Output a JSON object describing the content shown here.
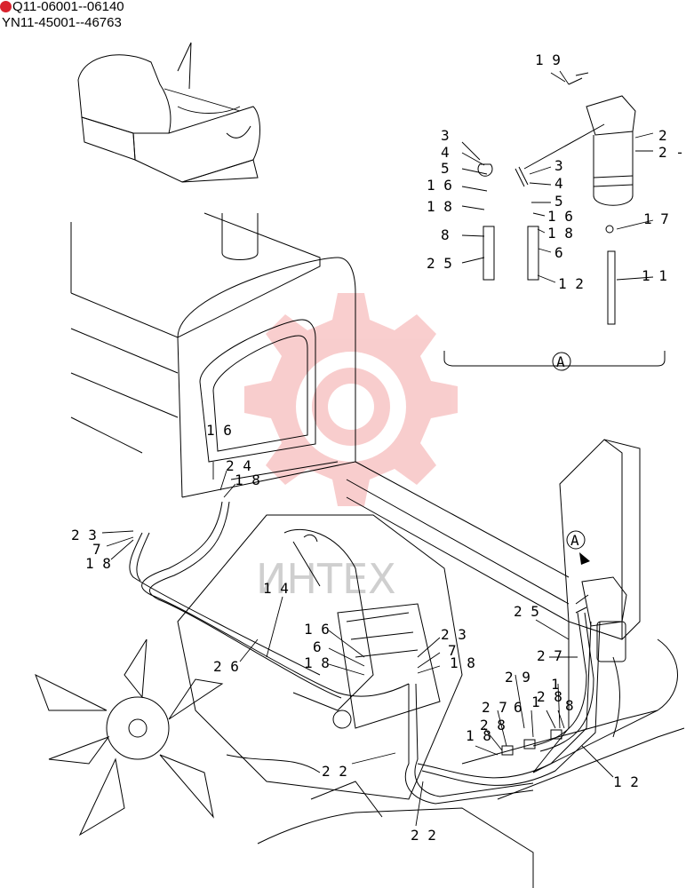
{
  "header": {
    "serial_line_1": "Q11-06001--06140",
    "serial_line_2": "YN11-45001--46763"
  },
  "watermark": {
    "text": "ИНТЕХ",
    "color": "#f4a6a6"
  },
  "brand_badge_color": "#d9232e",
  "detail": {
    "marker": "A"
  },
  "callouts": [
    {
      "id": "c19",
      "text": "1 9"
    },
    {
      "id": "c2a",
      "text": "2"
    },
    {
      "id": "c2b",
      "text": "2 -"
    },
    {
      "id": "c3a",
      "text": "3"
    },
    {
      "id": "c4a",
      "text": "4"
    },
    {
      "id": "c5a",
      "text": "5"
    },
    {
      "id": "c16a",
      "text": "1 6"
    },
    {
      "id": "c18a",
      "text": "1 8"
    },
    {
      "id": "c8a",
      "text": "8"
    },
    {
      "id": "c25a",
      "text": "2 5"
    },
    {
      "id": "c3b",
      "text": "3"
    },
    {
      "id": "c4b",
      "text": "4"
    },
    {
      "id": "c5b",
      "text": "5"
    },
    {
      "id": "c16b",
      "text": "1 6"
    },
    {
      "id": "c18b",
      "text": "1 8"
    },
    {
      "id": "c6a",
      "text": "6"
    },
    {
      "id": "c12a",
      "text": "1 2"
    },
    {
      "id": "c17",
      "text": "1 7"
    },
    {
      "id": "c11",
      "text": "1 1"
    },
    {
      "id": "c16c",
      "text": "1 6"
    },
    {
      "id": "c24",
      "text": "2 4"
    },
    {
      "id": "c18c",
      "text": "1 8"
    },
    {
      "id": "c23a",
      "text": "2 3"
    },
    {
      "id": "c7a",
      "text": "7"
    },
    {
      "id": "c18d",
      "text": "1 8"
    },
    {
      "id": "c14",
      "text": "1 4"
    },
    {
      "id": "c26",
      "text": "2 6"
    },
    {
      "id": "c16d",
      "text": "1 6"
    },
    {
      "id": "c6b",
      "text": "6"
    },
    {
      "id": "c18e",
      "text": "1 8"
    },
    {
      "id": "c23b",
      "text": "2 3"
    },
    {
      "id": "c7b",
      "text": "7"
    },
    {
      "id": "c18f",
      "text": "1 8"
    },
    {
      "id": "c25b",
      "text": "2 5"
    },
    {
      "id": "c27a",
      "text": "2 7"
    },
    {
      "id": "c29",
      "text": "2 9"
    },
    {
      "id": "c28a",
      "text": "2 8"
    },
    {
      "id": "c1a",
      "text": "1"
    },
    {
      "id": "c27b",
      "text": "2 7"
    },
    {
      "id": "c6c",
      "text": "6"
    },
    {
      "id": "c1b",
      "text": "1"
    },
    {
      "id": "c8b",
      "text": "8"
    },
    {
      "id": "c28b",
      "text": "2 8"
    },
    {
      "id": "c18g",
      "text": "1 8"
    },
    {
      "id": "c22a",
      "text": "2 2"
    },
    {
      "id": "c22b",
      "text": "2 2"
    },
    {
      "id": "c12b",
      "text": "1 2"
    }
  ]
}
